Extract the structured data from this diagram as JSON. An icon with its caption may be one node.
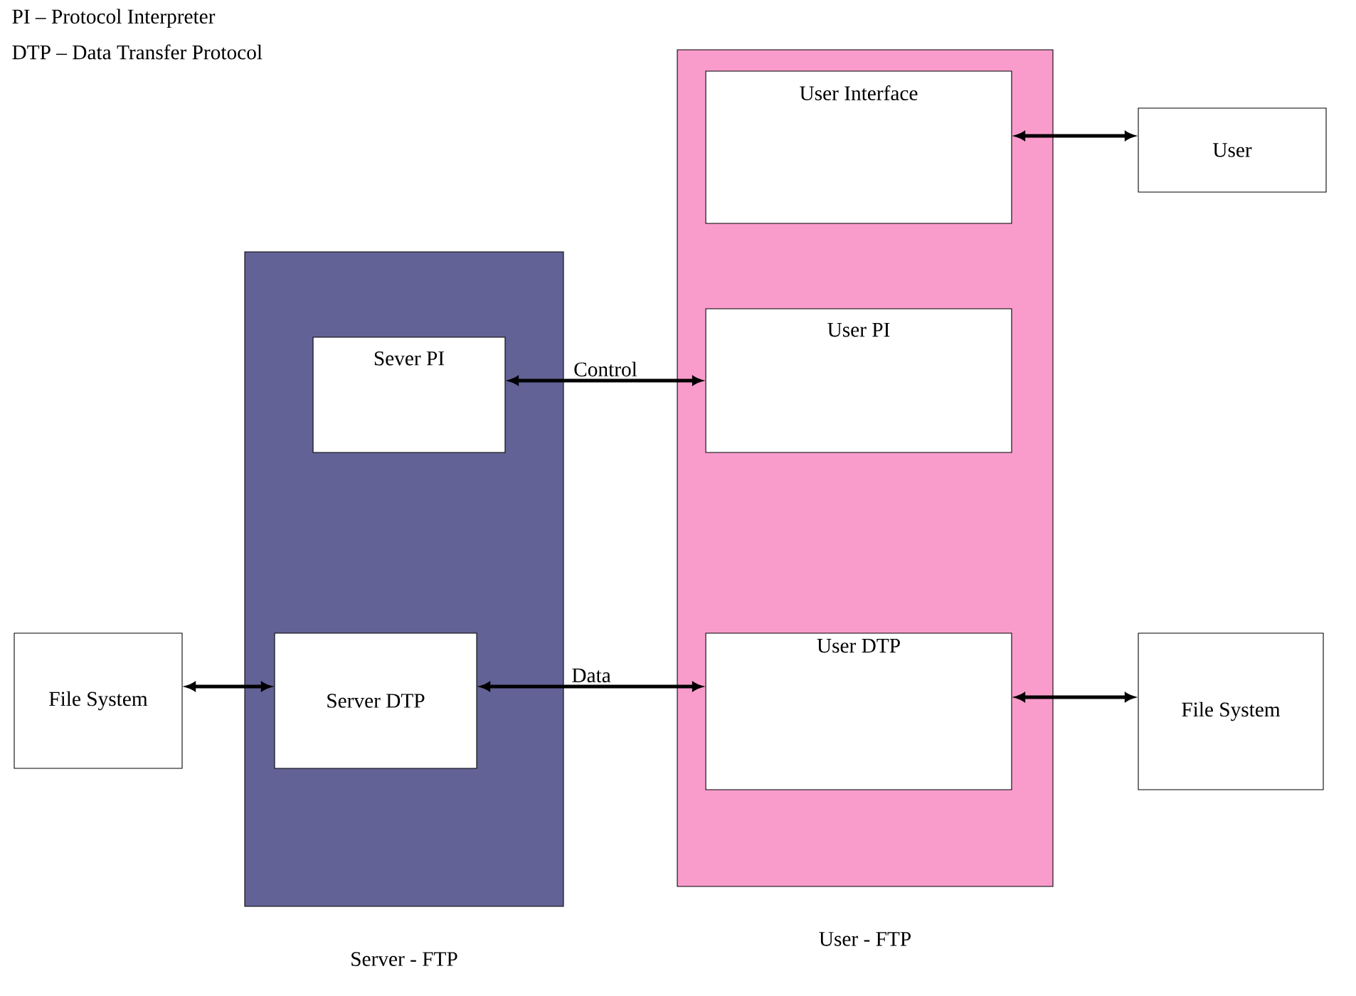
{
  "diagram": {
    "nodes": [
      {
        "text": [
          "Server - FTP"
        ]
      },
      {
        "text": [
          "Sever PI"
        ],
        "in": 0
      },
      {
        "text": [
          "Server DTP"
        ],
        "in": 0
      },
      {
        "text": [
          "User - FTP"
        ]
      },
      {
        "text": [
          "User Interface"
        ],
        "in": 3
      },
      {
        "text": [
          "User PI"
        ],
        "in": 3
      },
      {
        "text": [
          "User DTP"
        ],
        "in": 3
      },
      {
        "text": [
          "User"
        ]
      },
      {
        "text": [
          "File System"
        ]
      },
      {
        "text": [
          "File System"
        ]
      }
    ],
    "edges": [
      {
        "from": 1,
        "to": 5,
        "arrow": "both",
        "label": "Control"
      },
      {
        "from": 2,
        "to": 6,
        "arrow": "both",
        "label": "Data"
      },
      {
        "from": 8,
        "to": 2,
        "arrow": "both"
      },
      {
        "from": 4,
        "to": 7,
        "arrow": "both"
      },
      {
        "from": 6,
        "to": 9,
        "arrow": "both"
      }
    ],
    "labels": [
      "PI – Protocol Interpreter",
      "DTP – Data Transfer Protocol"
    ]
  }
}
